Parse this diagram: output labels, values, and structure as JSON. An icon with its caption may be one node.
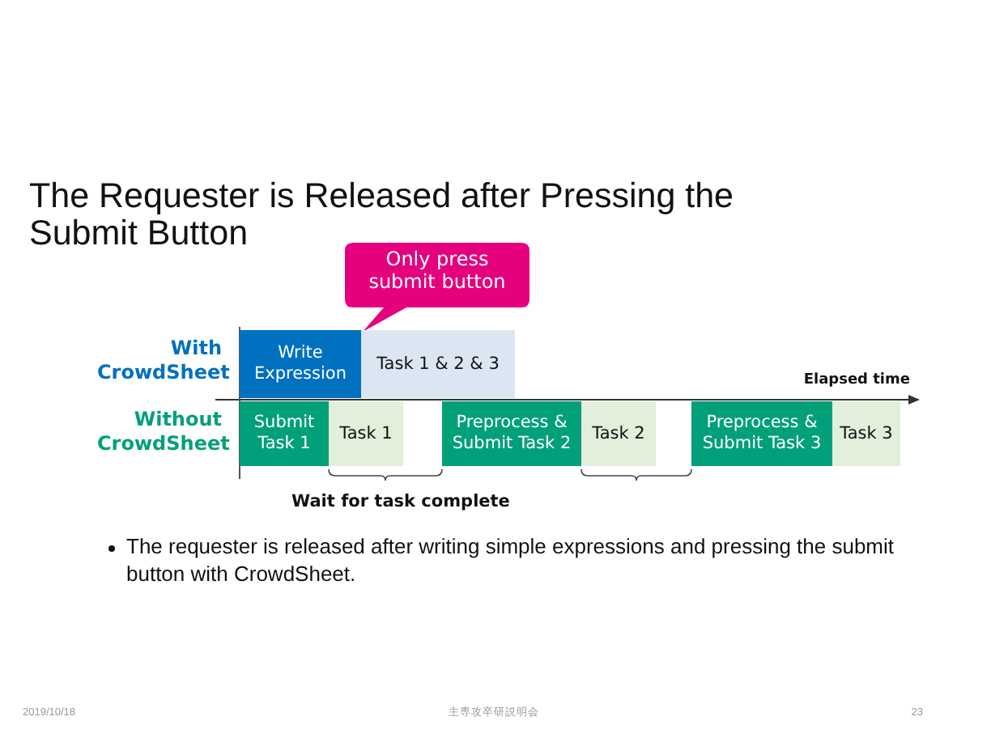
{
  "diagram": {
    "title": "The Requester is Released after Pressing the Submit Button",
    "nodes": [
      {
        "text": [
          "Only press submit button"
        ]
      },
      {
        "text": [
          "Write Expression"
        ]
      },
      {
        "text": [
          "Task 1 & 2 & 3"
        ]
      },
      {
        "text": [
          "Submit Task 1"
        ]
      },
      {
        "text": [
          "Task 1"
        ]
      },
      {
        "text": [
          "Preprocess & Submit Task 2"
        ]
      },
      {
        "text": [
          "Task 2"
        ]
      },
      {
        "text": [
          "Preprocess & Submit Task 3"
        ]
      },
      {
        "text": [
          "Task 3"
        ]
      }
    ],
    "labels": [
      "With CrowdSheet",
      "Elapsed time",
      "Without CrowdSheet",
      "Wait for task complete",
      "The requester is released after writing simple expressions and pressing the submit button with CrowdSheet.",
      "2019/10/18",
      "主専攻卒研説明会",
      "23"
    ]
  }
}
